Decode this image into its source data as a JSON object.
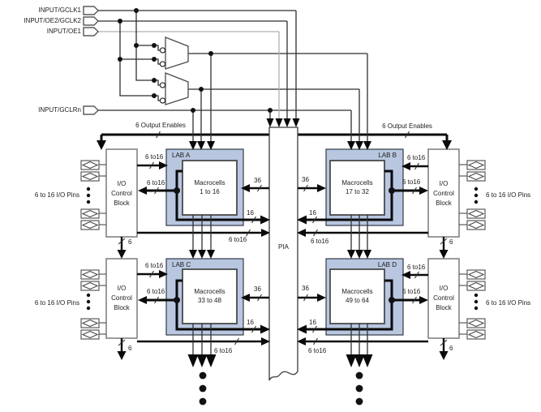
{
  "inputs": {
    "gclk1": "INPUT/GCLK1",
    "oe2_gclk2": "INPUT/OE2/GCLK2",
    "oe1": "INPUT/OE1",
    "gclrn": "INPUT/GCLRn"
  },
  "bus": {
    "output_enables": "6 Output Enables"
  },
  "pia": {
    "label": "PIA"
  },
  "macrocells_label": "Macrocells",
  "labs": {
    "a": {
      "name": "LAB A",
      "range": "1 to 16"
    },
    "b": {
      "name": "LAB B",
      "range": "17 to 32"
    },
    "c": {
      "name": "LAB C",
      "range": "33 to 48"
    },
    "d": {
      "name": "LAB D",
      "range": "49 to 64"
    }
  },
  "io_control_block": {
    "line1": "I/O",
    "line2": "Control",
    "line3": "Block"
  },
  "bus_widths": {
    "w36": "36",
    "w16": "16",
    "w6to16": "6 to16",
    "w6": "6"
  },
  "io_pins_label": "6 to 16 I/O Pins",
  "colors": {
    "lab_fill": "#b8c6e0",
    "line_dark": "#2f2f2f",
    "line_gray": "#b0b0b0",
    "thick": "#0a0a0a"
  }
}
